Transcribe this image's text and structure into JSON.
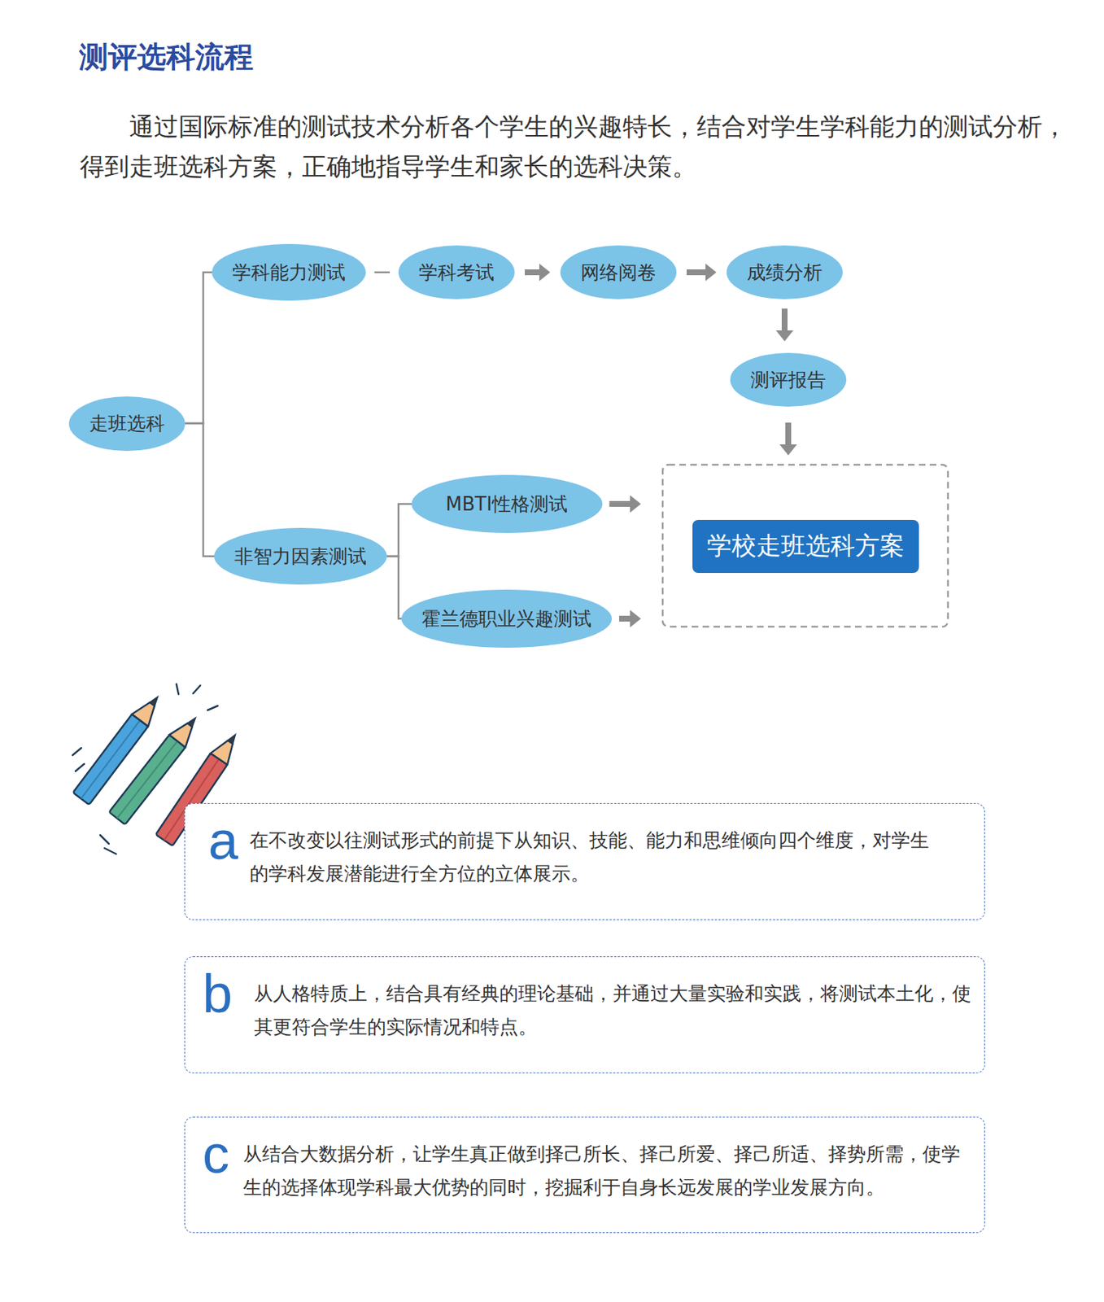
{
  "diagram": {
    "title": "测评选科流程",
    "nodes": [
      {
        "text": [
          "走班选科"
        ]
      },
      {
        "text": [
          "学科能力测试"
        ]
      },
      {
        "text": [
          "学科考试"
        ]
      },
      {
        "text": [
          "网络阅卷"
        ]
      },
      {
        "text": [
          "成绩分析"
        ]
      },
      {
        "text": [
          "测评报告"
        ]
      },
      {
        "text": [
          "非智力因素测试"
        ]
      },
      {
        "text": [
          "MBTI性格测试"
        ]
      },
      {
        "text": [
          "霍兰德职业兴趣测试"
        ]
      },
      {
        "text": [
          "学校走班选科方案"
        ]
      },
      {
        "text": [
          "a",
          "在不改变以往测试形式的前提下从知识、技能、能力和思维倾向四个维度，对学生的学科发展潜能进行全方位的立体展示。"
        ]
      },
      {
        "text": [
          "b",
          "从人格特质上，结合具有经典的理论基础，并通过大量实验和实践，将测试本土化，使其更符合学生的实际情况和特点。"
        ]
      },
      {
        "text": [
          "c",
          "从结合大数据分析，让学生真正做到择己所长、择己所爱、择己所适、择势所需，使学生的选择体现学科最大优势的同时，挖掘利于自身长远发展的学业发展方向。"
        ]
      }
    ],
    "edges": [
      {
        "from": 0,
        "to": 1,
        "arrow": "none"
      },
      {
        "from": 0,
        "to": 6,
        "arrow": "none"
      },
      {
        "from": 1,
        "to": 2,
        "arrow": "none"
      },
      {
        "from": 2,
        "to": 3,
        "arrow": "to"
      },
      {
        "from": 3,
        "to": 4,
        "arrow": "to"
      },
      {
        "from": 4,
        "to": 5,
        "arrow": "to"
      },
      {
        "from": 5,
        "to": 9,
        "arrow": "to"
      },
      {
        "from": 6,
        "to": 7,
        "arrow": "none"
      },
      {
        "from": 6,
        "to": 8,
        "arrow": "none"
      },
      {
        "from": 7,
        "to": 9,
        "arrow": "to"
      },
      {
        "from": 8,
        "to": 9,
        "arrow": "to"
      }
    ],
    "labels": [
      "通过国际标准的测试技术分析各个学生的兴趣特长，结合对学生学科能力的测试分析，得到走班选科方案，正确地指导学生和家长的选科决策。"
    ]
  }
}
